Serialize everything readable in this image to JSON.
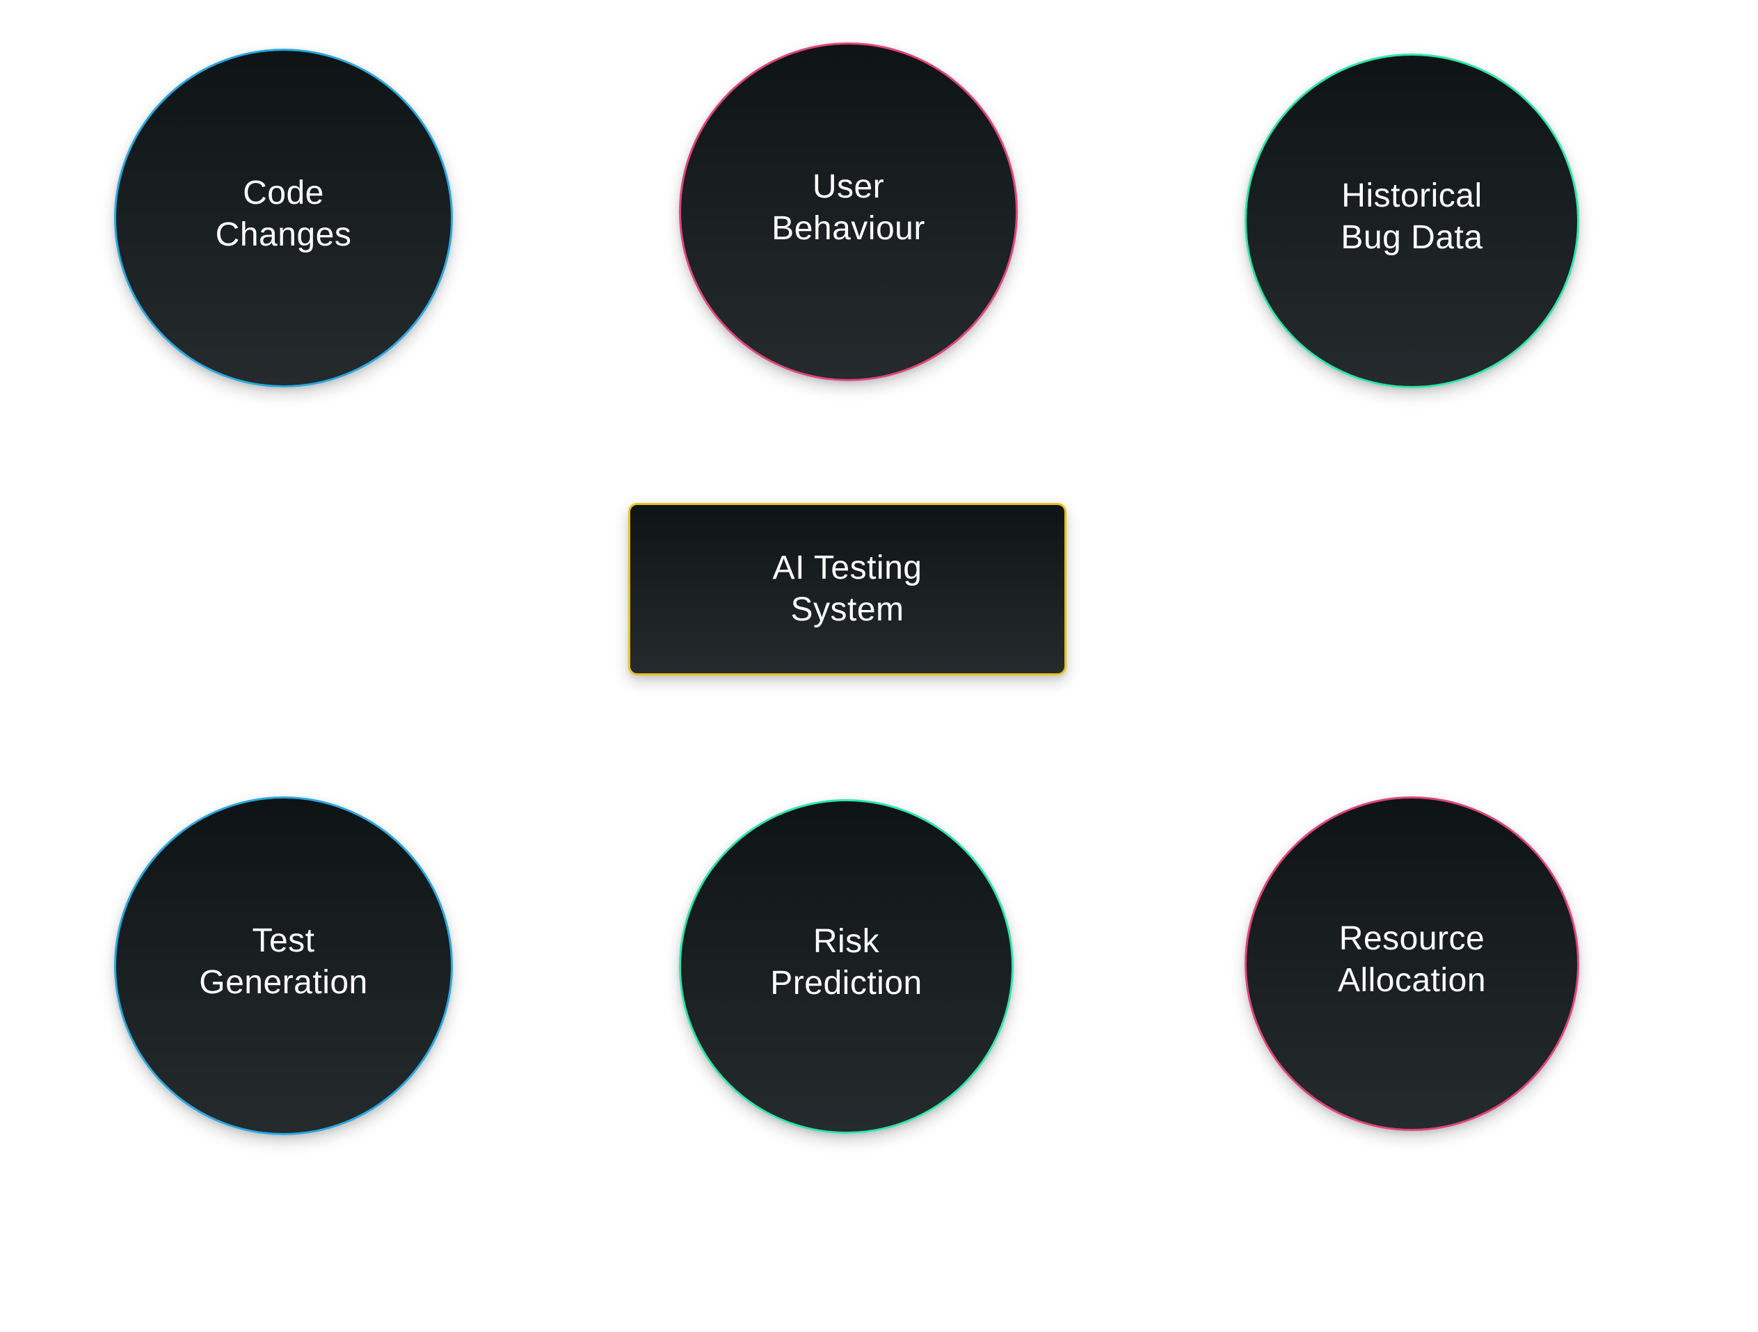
{
  "diagram": {
    "central_node": {
      "label": "AI Testing\nSystem",
      "shape": "rounded-rectangle",
      "border_color": "#e8c21a"
    },
    "input_nodes": [
      {
        "label": "Code\nChanges",
        "shape": "circle",
        "border_color": "#29a8e0"
      },
      {
        "label": "User\nBehaviour",
        "shape": "circle",
        "border_color": "#e0457a"
      },
      {
        "label": "Historical\nBug Data",
        "shape": "circle",
        "border_color": "#2ee6a8"
      }
    ],
    "output_nodes": [
      {
        "label": "Test\nGeneration",
        "shape": "circle",
        "border_color": "#29a8e0"
      },
      {
        "label": "Risk\nPrediction",
        "shape": "circle",
        "border_color": "#2ee6a8"
      },
      {
        "label": "Resource\nAllocation",
        "shape": "circle",
        "border_color": "#e0457a"
      }
    ],
    "node_fill_gradient": [
      "#0e1416",
      "#252a2d"
    ],
    "text_color": "#ffffff",
    "background_color": "#ffffff"
  }
}
